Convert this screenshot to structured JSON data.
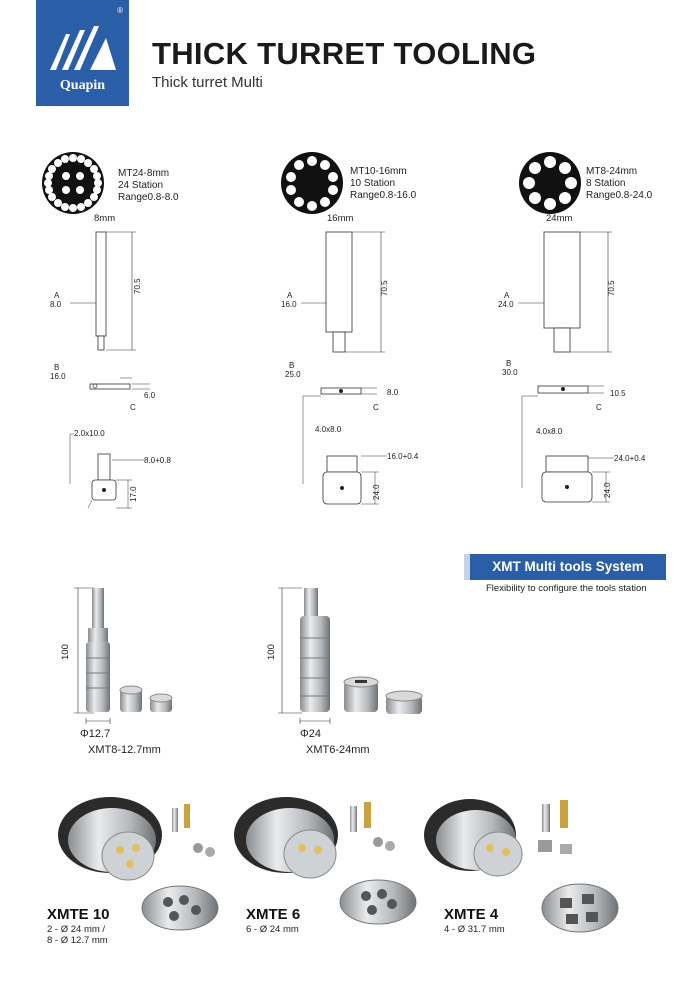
{
  "header": {
    "brand": "Quapin",
    "registered": "®",
    "title": "THICK TURRET TOOLING",
    "subtitle": "Thick turret Multi"
  },
  "tools": [
    {
      "spec": [
        "MT24-8mm",
        "24 Station",
        "Range0.8-8.0"
      ],
      "top_dim": "8mm",
      "a_label": "A",
      "a_value": "8.0",
      "height": "70.5",
      "b_label": "B",
      "b_value": "16.0",
      "c_label": "C",
      "c_value": "6.0",
      "offset": "2.0x10.0",
      "bore": "8.0+0.8",
      "holder_height": "17.0"
    },
    {
      "spec": [
        "MT10-16mm",
        "10 Station",
        "Range0.8-16.0"
      ],
      "top_dim": "16mm",
      "a_label": "A",
      "a_value": "16.0",
      "height": "70.5",
      "b_label": "B",
      "b_value": "25.0",
      "c_label": "C",
      "c_value": "8.0",
      "offset": "4.0x8.0",
      "bore": "16.0+0.4",
      "holder_height": "24.0"
    },
    {
      "spec": [
        "MT8-24mm",
        "8 Station",
        "Range0.8-24.0"
      ],
      "top_dim": "24mm",
      "a_label": "A",
      "a_value": "24.0",
      "height": "70.5",
      "b_label": "B",
      "b_value": "30.0",
      "c_label": "C",
      "c_value": "10.5",
      "offset": "4.0x8.0",
      "bore": "24.0+0.4",
      "holder_height": "24.0"
    }
  ],
  "xmt": {
    "banner": "XMT Multi tools System",
    "caption": "Flexibility to configure the tools station",
    "items": [
      {
        "height": "100",
        "dia": "Φ12.7",
        "name": "XMT8-12.7mm"
      },
      {
        "height": "100",
        "dia": "Φ24",
        "name": "XMT6-24mm"
      }
    ]
  },
  "xmte": [
    {
      "name": "XMTE 10",
      "spec": [
        "2 - Ø 24 mm /",
        "8 - Ø 12.7 mm"
      ]
    },
    {
      "name": "XMTE 6",
      "spec": [
        "6 - Ø 24 mm"
      ]
    },
    {
      "name": "XMTE 4",
      "spec": [
        "4 - Ø 31.7 mm"
      ]
    }
  ]
}
